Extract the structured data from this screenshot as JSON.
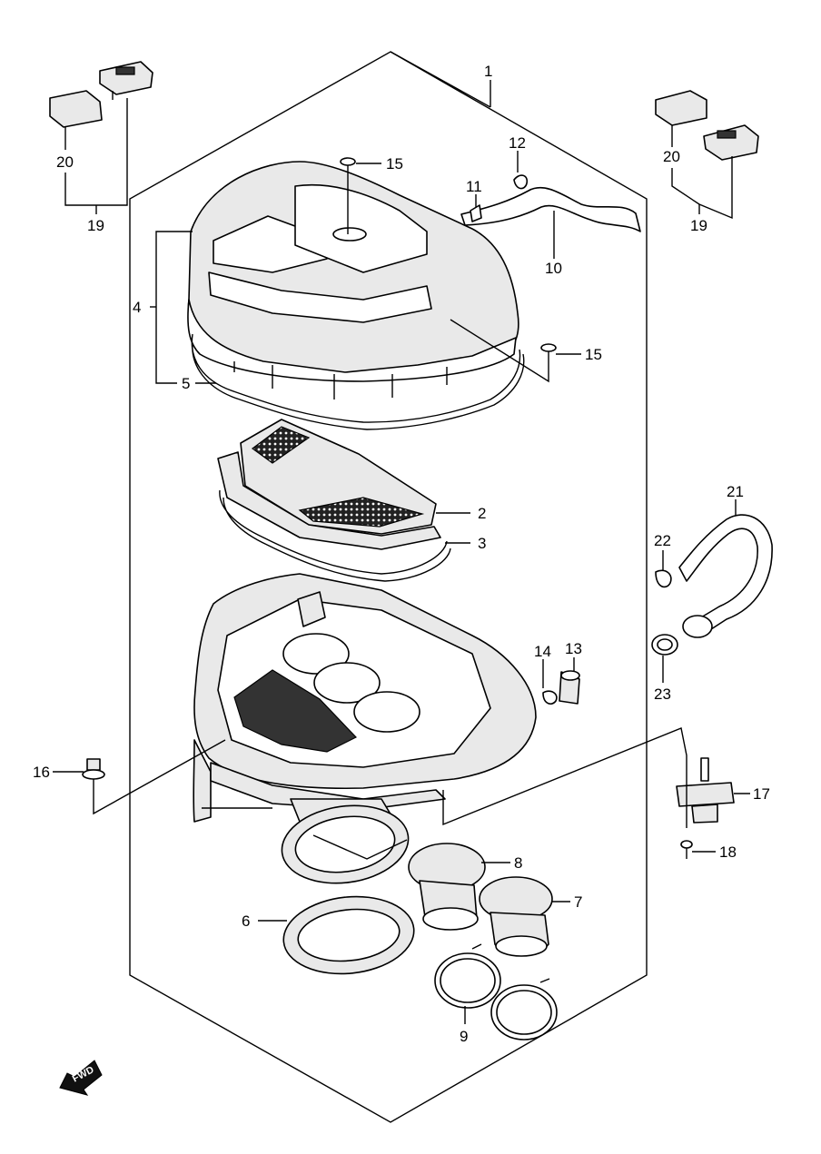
{
  "labels": {
    "p1": "1",
    "p2": "2",
    "p3": "3",
    "p4": "4",
    "p5": "5",
    "p6": "6",
    "p7": "7",
    "p8": "8",
    "p9": "9",
    "p10": "10",
    "p11": "11",
    "p12": "12",
    "p13": "13",
    "p14": "14",
    "p15a": "15",
    "p15b": "15",
    "p16": "16",
    "p17": "17",
    "p18": "18",
    "p19a": "19",
    "p19b": "19",
    "p20a": "20",
    "p20b": "20",
    "p21": "21",
    "p22": "22",
    "p23": "23"
  },
  "fwd_badge": "FWD",
  "icons": [
    "fwd-arrow-icon"
  ]
}
